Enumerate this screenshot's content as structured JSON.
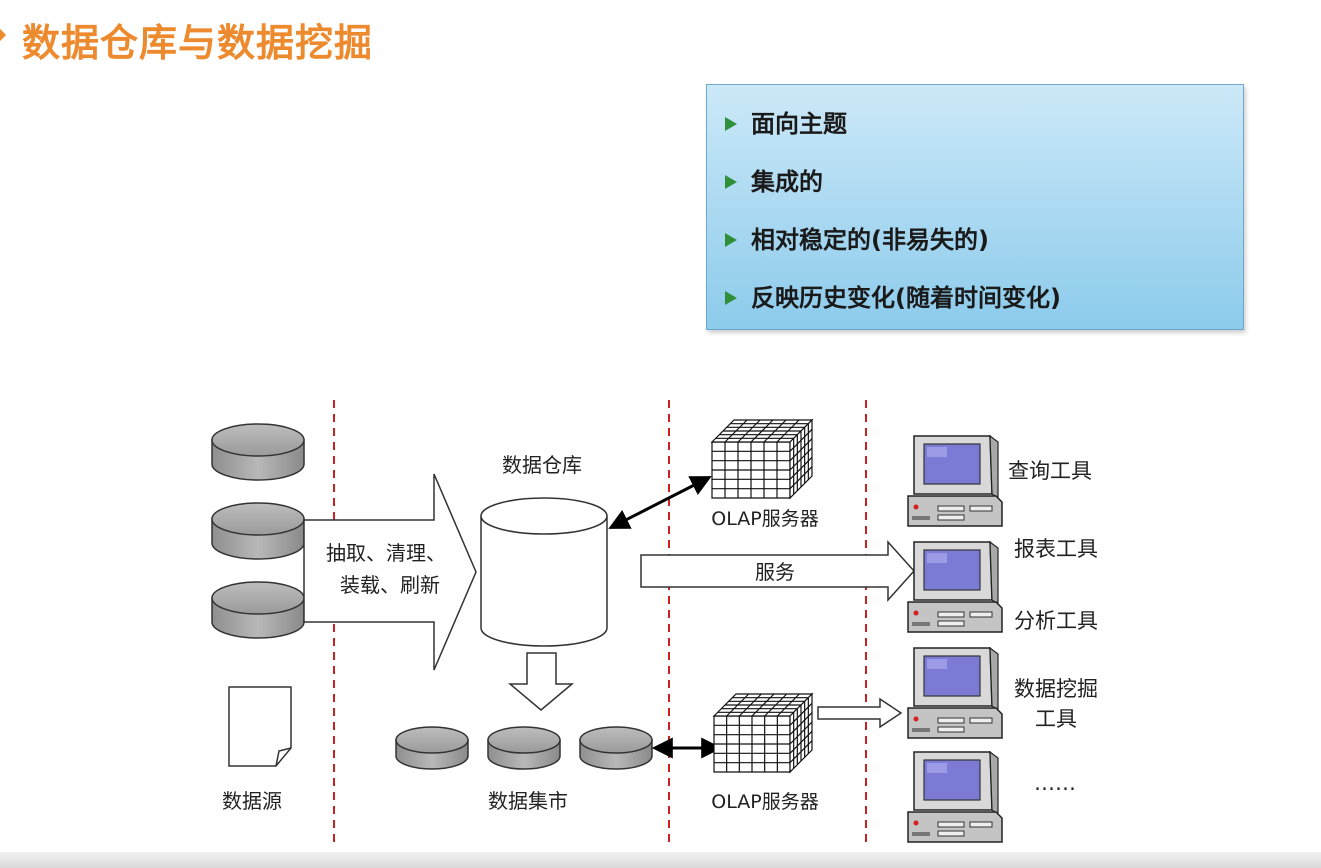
{
  "title": "数据仓库与数据挖掘",
  "features": [
    "面向主题",
    "集成的",
    "相对稳定的(非易失的)",
    "反映历史变化(随着时间变化)"
  ],
  "diagram": {
    "source_label": "数据源",
    "etl_line1": "抽取、清理、",
    "etl_line2": "装载、刷新",
    "warehouse_label": "数据仓库",
    "olap_top_label": "OLAP服务器",
    "olap_bottom_label": "OLAP服务器",
    "service_label": "服务",
    "mart_label": "数据集市",
    "tools": {
      "query": "查询工具",
      "report": "报表工具",
      "analysis": "分析工具",
      "mining_line1": "数据挖掘",
      "mining_line2": "工具",
      "more": "……"
    }
  },
  "colors": {
    "title": "#ee8a2e",
    "bullet_arrow": "#2f8f3a",
    "divider": "#cc2222",
    "screen": "#7b7bd6"
  }
}
